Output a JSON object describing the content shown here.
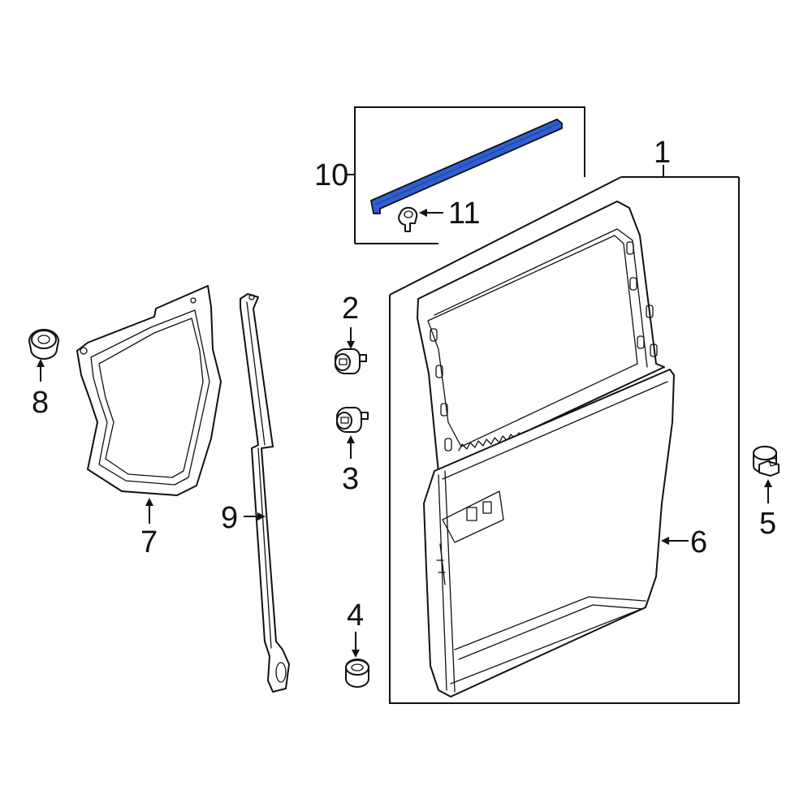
{
  "diagram": {
    "callouts": {
      "door_assembly": "1",
      "bumper_upper": "2",
      "bumper_lower": "3",
      "stopper": "4",
      "clip_right": "5",
      "door_shell": "6",
      "access_seal": "7",
      "grommet": "8",
      "weatherstrip": "9",
      "belt_molding": "10",
      "molding_clip": "11"
    },
    "highlight_color": "#2f5fd0",
    "outline_color": "#111111",
    "background_color": "#ffffff"
  }
}
